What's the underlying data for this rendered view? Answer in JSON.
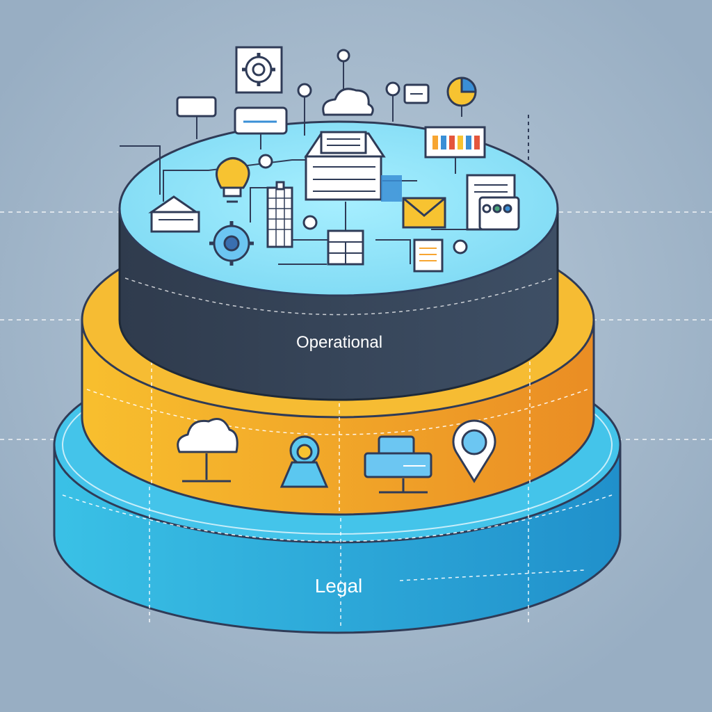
{
  "diagram": {
    "layers": [
      {
        "id": "top",
        "label": "Operational",
        "color": "#37475a"
      },
      {
        "id": "middle",
        "label": "",
        "color": "#f5b731"
      },
      {
        "id": "bottom",
        "label": "Legal",
        "color": "#29a3d6"
      }
    ],
    "colors": {
      "background": "#9fb5c9",
      "top_surface": "#8fe3f7",
      "icon_stroke": "#2f3b57",
      "accent_yellow": "#f7c331",
      "accent_blue": "#6cc6f2"
    },
    "icons": [
      "gear-icon",
      "cloud-icon",
      "document-icon",
      "chart-icon",
      "lightbulb-icon",
      "building-icon",
      "envelope-icon",
      "server-icon",
      "pin-icon",
      "user-icon"
    ]
  }
}
